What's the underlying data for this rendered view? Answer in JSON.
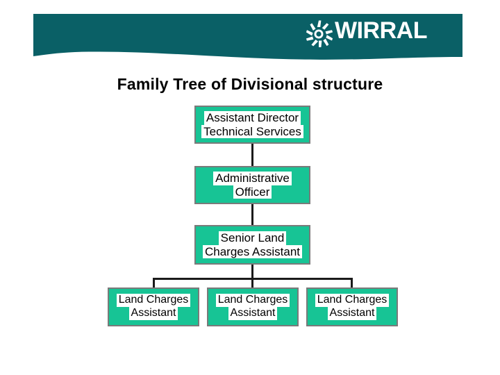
{
  "header": {
    "band_color": "#0a6066",
    "brand_name": "WIRRAL",
    "logo_icon": "sunburst-starburst-icon"
  },
  "title": {
    "text": "Family Tree of Divisional structure"
  },
  "theme": {
    "node_fill": "#17c495",
    "node_border": "#7a7a7a",
    "connector_color": "#1a1a1a",
    "text_highlight": "#ffffff",
    "text_color": "#000000",
    "background": "#ffffff"
  },
  "org_chart": {
    "levels": [
      {
        "level": 1,
        "nodes": [
          {
            "id": "assistant-director",
            "lines": [
              "Assistant Director",
              "Technical Services"
            ]
          }
        ]
      },
      {
        "level": 2,
        "nodes": [
          {
            "id": "administrative-officer",
            "lines": [
              "Administrative",
              "Officer"
            ]
          }
        ]
      },
      {
        "level": 3,
        "nodes": [
          {
            "id": "senior-land-charges",
            "lines": [
              "Senior Land",
              "Charges Assistant"
            ]
          }
        ]
      },
      {
        "level": 4,
        "nodes": [
          {
            "id": "land-charges-1",
            "lines": [
              "Land Charges",
              "Assistant"
            ]
          },
          {
            "id": "land-charges-2",
            "lines": [
              "Land Charges",
              "Assistant"
            ]
          },
          {
            "id": "land-charges-3",
            "lines": [
              "Land Charges",
              "Assistant"
            ]
          }
        ]
      }
    ]
  }
}
